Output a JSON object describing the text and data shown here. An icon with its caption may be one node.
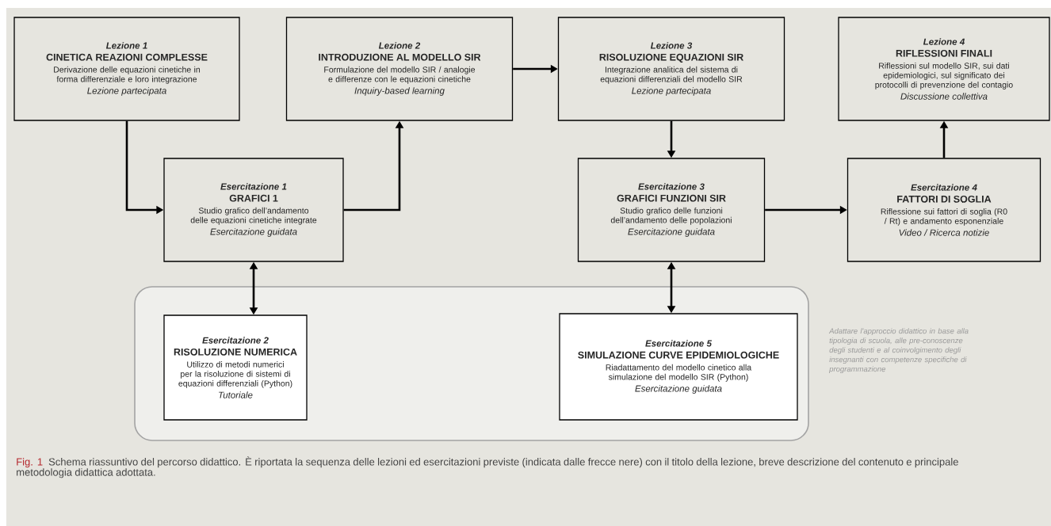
{
  "diagram": {
    "caption": "Schema riassuntivo del percorso didattico. È riportata la sequenza delle lezioni ed esercitazioni previste (indicata dalle frecce nere) con il titolo della lezione, breve descrizione del contenuto e principale metodologia didattica adottata.",
    "nodes": [
      {
        "text": [
          "Lezione 1",
          "CINETICA REAZIONI COMPLESSE",
          "Derivazione delle equazioni cinetiche in forma differenziale e loro integrazione",
          "Lezione partecipata"
        ]
      },
      {
        "text": [
          "Lezione 2",
          "INTRODUZIONE AL MODELLO SIR",
          "Formulazione del modello SIR / analogie e differenze con le equazioni cinetiche",
          "Inquiry-based learning"
        ]
      },
      {
        "text": [
          "Lezione 3",
          "RISOLUZIONE EQUAZIONI SIR",
          "Integrazione analitica del sistema di equazioni differenziali del modello SIR",
          "Lezione partecipata"
        ]
      },
      {
        "text": [
          "Lezione 4",
          "RIFLESSIONI FINALI",
          "Riflessioni sul modello SIR, sui dati epidemiologici, sul significato dei protocolli di prevenzione del contagio",
          "Discussione collettiva"
        ]
      },
      {
        "text": [
          "Esercitazione 1",
          "GRAFICI 1",
          "Studio grafico dell’andamento delle equazioni cinetiche integrate",
          "Esercitazione guidata"
        ]
      },
      {
        "text": [
          "Esercitazione 3",
          "GRAFICI FUNZIONI SIR",
          "Studio grafico delle funzioni dell’andamento delle popolazioni",
          "Esercitazione guidata"
        ]
      },
      {
        "text": [
          "Esercitazione 4",
          "FATTORI DI SOGLIA",
          "Riflessione sui fattori di soglia (R0 / Rt) e andamento esponenziale",
          "Video / Ricerca notizie"
        ]
      },
      {
        "text": [],
        "shape": "box"
      },
      {
        "text": [
          "Esercitazione 2",
          "RISOLUZIONE NUMERICA",
          "Utilizzo di metodi numerici per la risoluzione di sistemi di equazioni differenziali (Python)",
          "Tutoriale"
        ],
        "in": 7
      },
      {
        "text": [
          "Esercitazione 5",
          "SIMULAZIONE CURVE EPIDEMIOLOGICHE",
          "Riadattamento del modello cinetico alla simulazione del modello SIR (Python)",
          "Esercitazione guidata"
        ],
        "in": 7
      }
    ],
    "edges": [
      {
        "from": 0,
        "to": 4,
        "arrow": "to"
      },
      {
        "from": 4,
        "to": 1,
        "arrow": "to"
      },
      {
        "from": 1,
        "to": 2,
        "arrow": "to"
      },
      {
        "from": 2,
        "to": 5,
        "arrow": "to"
      },
      {
        "from": 5,
        "to": 6,
        "arrow": "to"
      },
      {
        "from": 6,
        "to": 3,
        "arrow": "to"
      },
      {
        "from": 4,
        "to": 8,
        "arrow": "both"
      },
      {
        "from": 5,
        "to": 9,
        "arrow": "both"
      }
    ],
    "labels": [
      "Adattare l'approccio didattico in base alla tipologia di scuola, alle pre-conoscenze degli studenti e al coinvolgimento degli insegnanti con competenze specifiche di programmazione",
      "Fig. 1"
    ]
  }
}
